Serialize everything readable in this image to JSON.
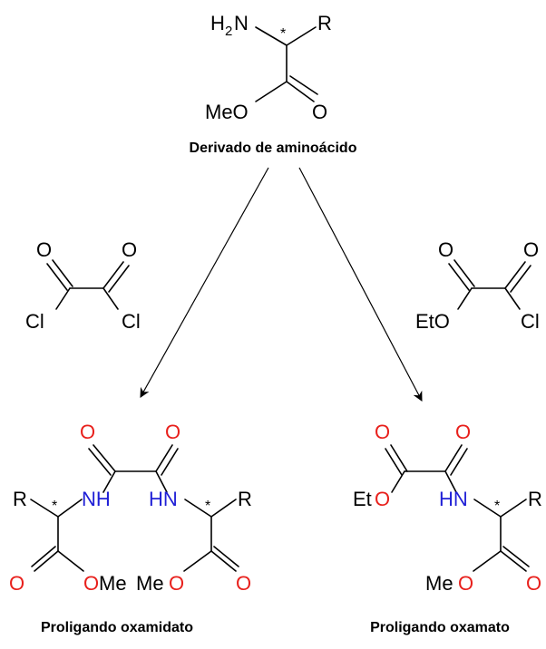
{
  "colors": {
    "black": "#000000",
    "oxygen": "#e8201c",
    "nitrogen": "#1f1fd6"
  },
  "amino": {
    "h2": "H",
    "sub2": "2",
    "n": "N",
    "star": "*",
    "r": "R",
    "meo": "MeO",
    "o": "O",
    "caption": "Derivado de aminoácido"
  },
  "oxalyl_chloride": {
    "o1": "O",
    "o2": "O",
    "cl1": "Cl",
    "cl2": "Cl"
  },
  "ethyl_chlorooxoacetate": {
    "o1": "O",
    "o2": "O",
    "eto": "EtO",
    "cl": "Cl"
  },
  "oxamidate": {
    "r1": "R",
    "star1": "*",
    "nh": "NH",
    "o_top1": "O",
    "o_top2": "O",
    "hn": "HN",
    "star2": "*",
    "r2": "R",
    "o_ester1": "O",
    "ome_o": "O",
    "ome_me": "Me",
    "meo_me": "Me",
    "meo_o": "O",
    "o_ester2": "O",
    "caption": "Proligando oxamidato"
  },
  "oxamate": {
    "o_top1": "O",
    "o_top2": "O",
    "et": "Et",
    "eto_o": "O",
    "hn": "HN",
    "star": "*",
    "r": "R",
    "me": "Me",
    "meo_o": "O",
    "o_ester": "O",
    "caption": "Proligando oxamato"
  }
}
